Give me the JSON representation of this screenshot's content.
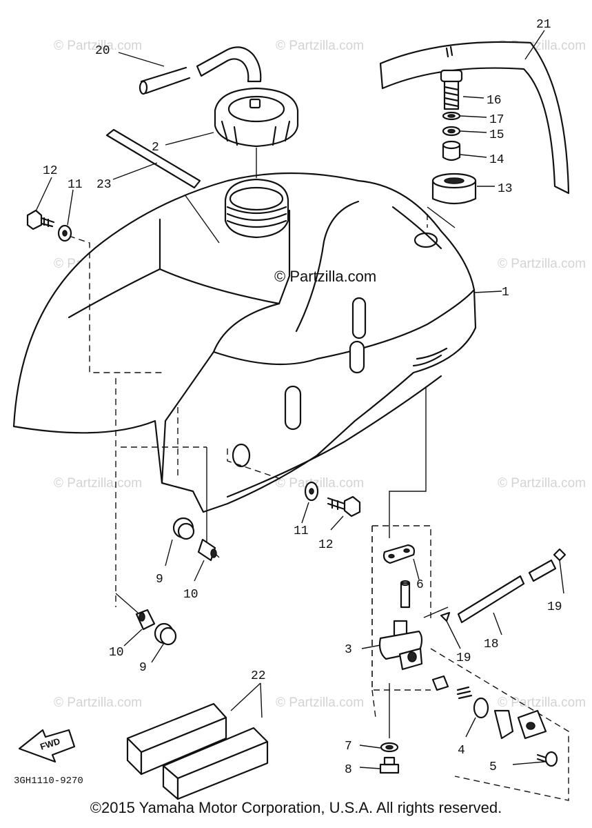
{
  "watermark": "© Partzilla.com",
  "center_watermark": "© Partzilla.com",
  "diagram_code": "3GH1110-9270",
  "direction_label": "FWD",
  "copyright": "©2015 Yamaha Motor Corporation, U.S.A. All rights reserved.",
  "callouts": {
    "c1": "1",
    "c2": "2",
    "c3": "3",
    "c4": "4",
    "c5": "5",
    "c6": "6",
    "c7": "7",
    "c8": "8",
    "c9a": "9",
    "c9b": "9",
    "c10a": "10",
    "c10b": "10",
    "c11a": "11",
    "c11b": "11",
    "c12a": "12",
    "c12b": "12",
    "c13": "13",
    "c14": "14",
    "c15": "15",
    "c16": "16",
    "c17": "17",
    "c18": "18",
    "c19a": "19",
    "c19b": "19",
    "c20": "20",
    "c21": "21",
    "c22": "22",
    "c23": "23"
  }
}
